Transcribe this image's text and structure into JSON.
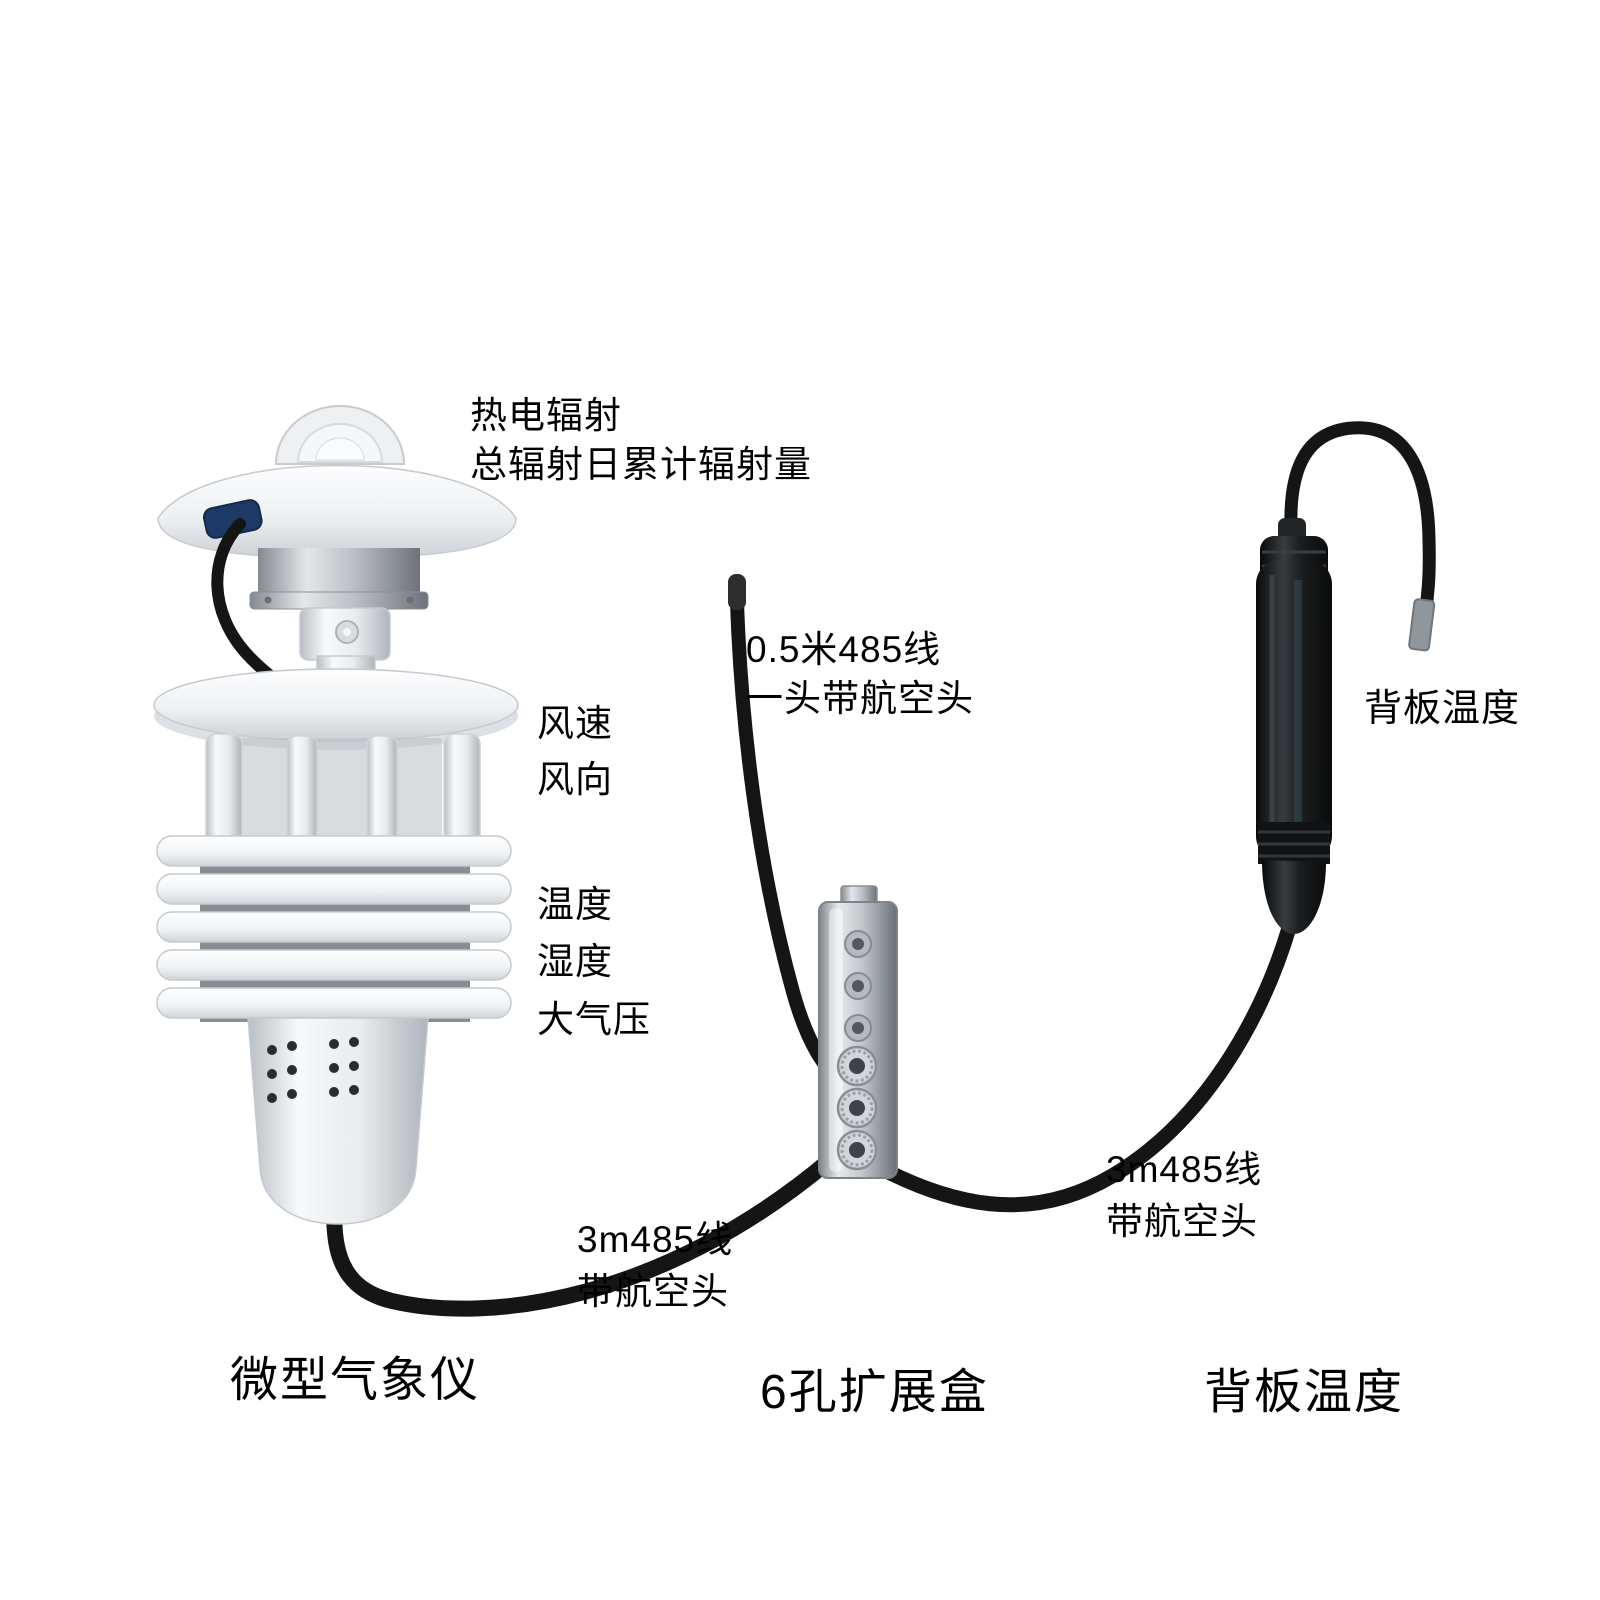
{
  "page": {
    "background": "#ffffff"
  },
  "devices": {
    "weather_station": {
      "caption": "微型气象仪"
    },
    "expansion_box": {
      "caption": "6孔扩展盒"
    },
    "backplane_sensor": {
      "caption": "背板温度"
    }
  },
  "annotations": {
    "radiation": "热电辐射\n总辐射日累计辐射量",
    "wind": "风速\n风向",
    "temp_humidity_pressure": "温度\n湿度\n大气压",
    "cable_05m": "0.5米485线\n一头带航空头",
    "backplane_probe": "背板温度",
    "cable_3m_right": "3m485线\n带航空头",
    "cable_3m_left": "3m485线\n带航空头"
  },
  "colors": {
    "cable": "#151515",
    "device_white": "#eef1f3",
    "metal": "#b9bec3",
    "sensor_black": "#1b1d1f",
    "connector_blue": "#1d3a66",
    "text": "#000000"
  }
}
